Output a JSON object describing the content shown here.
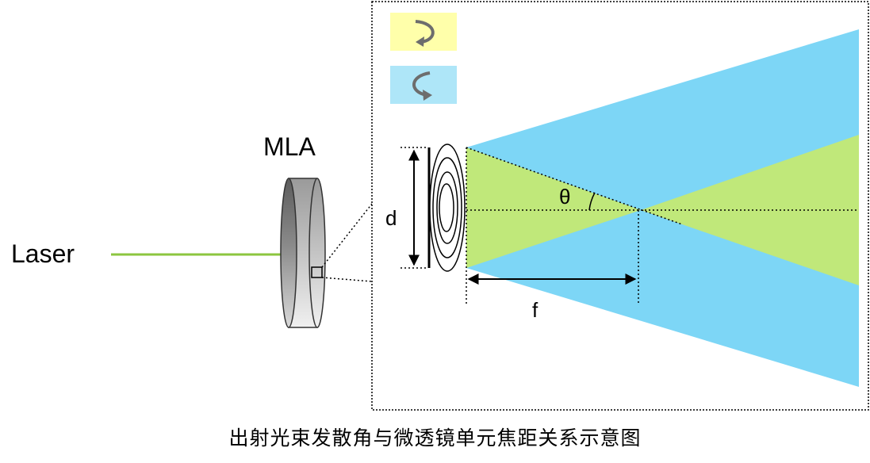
{
  "diagram": {
    "laser_label": "Laser",
    "mla_label": "MLA",
    "d_label": "d",
    "f_label": "f",
    "theta_label": "θ"
  },
  "legend": {
    "items": [
      {
        "icon": "clockwise-arrow-icon",
        "color": "#ffffaa"
      },
      {
        "icon": "counterclockwise-arrow-icon",
        "color": "#aee6f8"
      }
    ]
  },
  "colors": {
    "beam_blue": "#7dd6f6",
    "beam_green": "#c0e87a",
    "laser_line": "#8cc63f"
  },
  "caption": "出射光束发散角与微透镜单元焦距关系示意图"
}
